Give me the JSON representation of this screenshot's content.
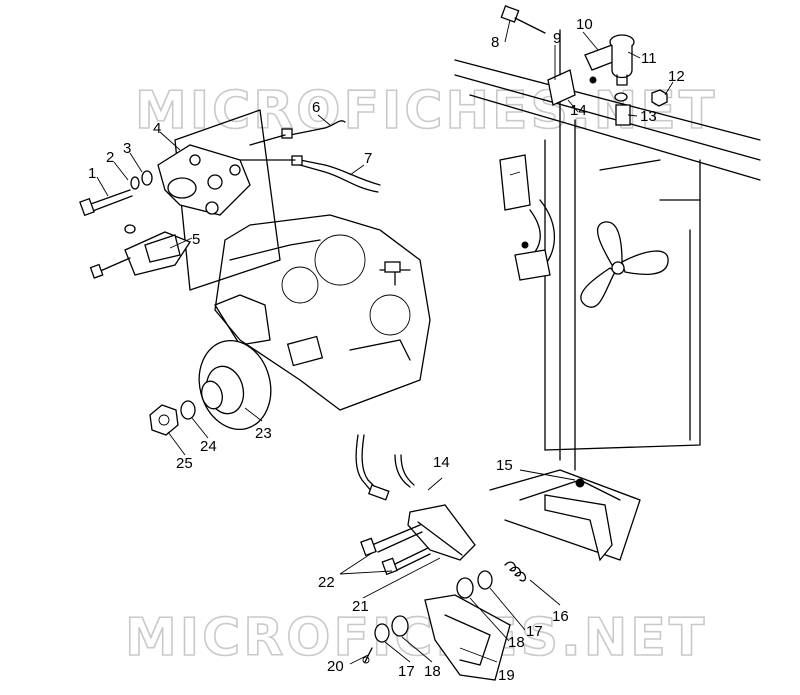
{
  "watermark": {
    "top_text": "MICROFICHES.NET",
    "bottom_text": "MICROFICHES.NET"
  },
  "callouts": {
    "c1": "1",
    "c2": "2",
    "c3": "3",
    "c4": "4",
    "c5": "5",
    "c6": "6",
    "c7": "7",
    "c8": "8",
    "c9": "9",
    "c10": "10",
    "c11": "11",
    "c12": "12",
    "c13": "13",
    "c14a": "14",
    "c14b": "14",
    "c15": "15",
    "c16": "16",
    "c17a": "17",
    "c17b": "17",
    "c18a": "18",
    "c18b": "18",
    "c19": "19",
    "c20": "20",
    "c21": "21",
    "c22": "22",
    "c23": "23",
    "c24": "24",
    "c25": "25"
  }
}
